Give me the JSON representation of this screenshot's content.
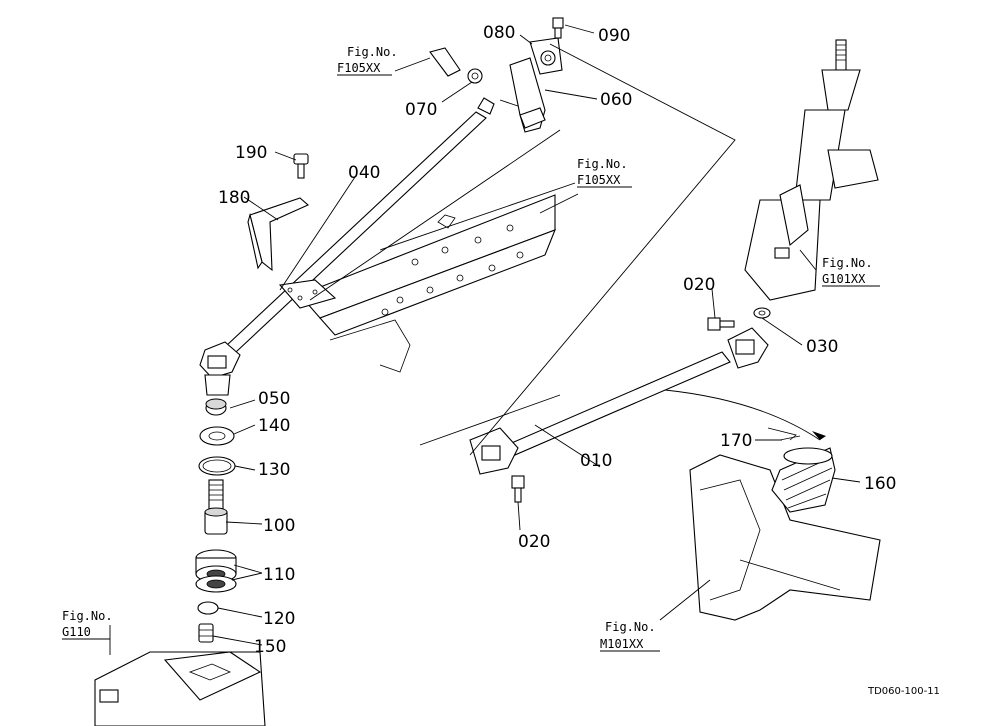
{
  "parts": {
    "p010": "010",
    "p020a": "020",
    "p020b": "020",
    "p030": "030",
    "p040": "040",
    "p050": "050",
    "p060": "060",
    "p070": "070",
    "p080": "080",
    "p090": "090",
    "p100": "100",
    "p110": "110",
    "p120": "120",
    "p130": "130",
    "p140": "140",
    "p150": "150",
    "p160": "160",
    "p170": "170",
    "p180": "180",
    "p190": "190"
  },
  "figrefs": {
    "f105_top": {
      "line1": "Fig.No.",
      "line2": "F105XX"
    },
    "f105_mid": {
      "line1": "Fig.No.",
      "line2": "F105XX"
    },
    "g101": {
      "line1": "Fig.No.",
      "line2": "G101XX"
    },
    "g110": {
      "line1": "Fig.No.",
      "line2": "G110"
    },
    "m101": {
      "line1": "Fig.No.",
      "line2": "M101XX"
    }
  },
  "drawing_code": "TD060-100-11"
}
